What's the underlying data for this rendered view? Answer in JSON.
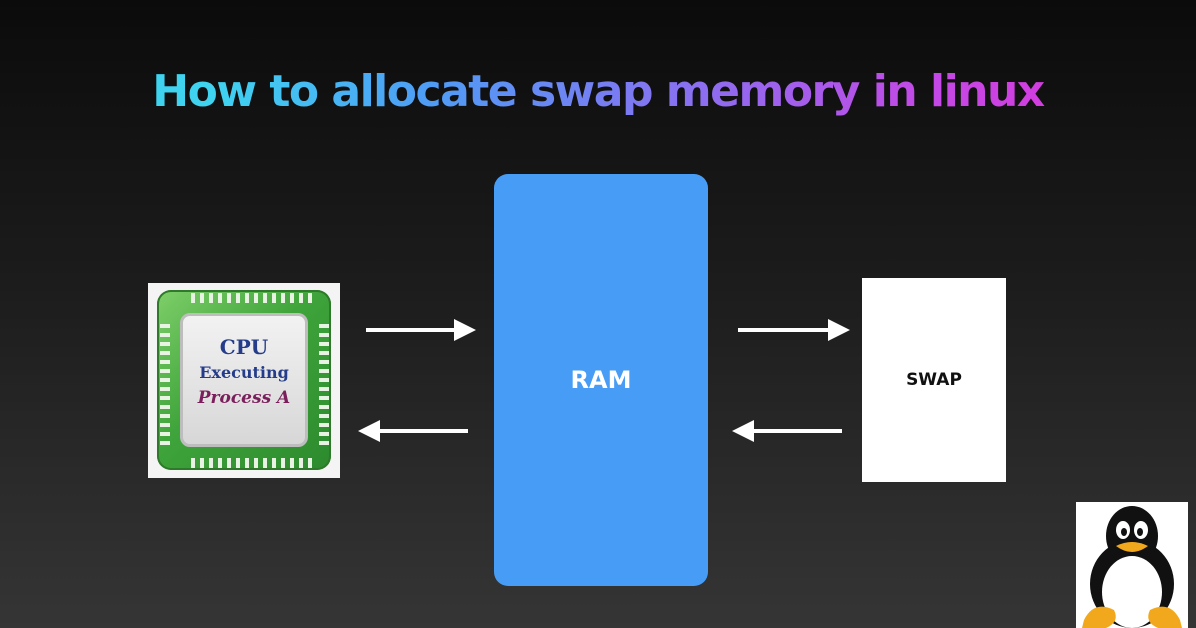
{
  "title": "How to allocate swap memory in linux",
  "cpu": {
    "line1": "CPU",
    "line2": "Executing",
    "line3": "Process A"
  },
  "ram": {
    "label": "RAM"
  },
  "swap": {
    "label": "SWAP"
  },
  "colors": {
    "background_top": "#0b0b0b",
    "background_bottom": "#353535",
    "ram_fill": "#479df5",
    "swap_fill": "#ffffff",
    "arrow": "#ffffff",
    "title_gradient": [
      "#3fd3f0",
      "#4f9cf5",
      "#8a6ff0",
      "#c04be6",
      "#d63adf"
    ]
  },
  "icons": {
    "cpu": "cpu-chip-icon",
    "logo": "tux-penguin-icon",
    "arrows": [
      "arrow-right-icon",
      "arrow-left-icon"
    ]
  }
}
